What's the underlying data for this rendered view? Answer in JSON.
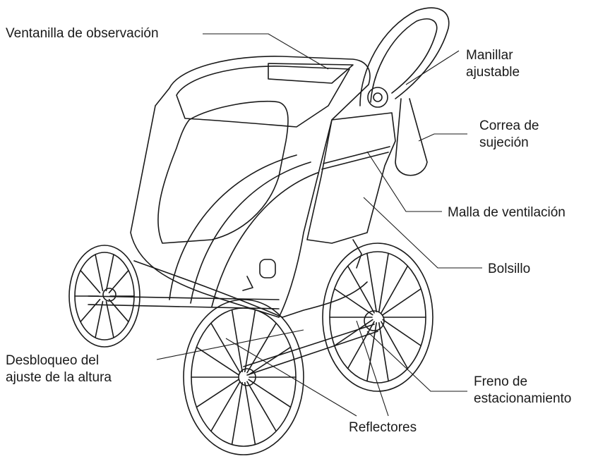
{
  "labels": {
    "viewing_window": "Ventanilla de observación",
    "handlebar_line1": "Manillar",
    "handlebar_line2": "ajustable",
    "strap_line1": "Correa de",
    "strap_line2": "sujeción",
    "mesh": "Malla de ventilación",
    "pocket": "Bolsillo",
    "height_release_line1": "Desbloqueo del",
    "height_release_line2": "ajuste de la altura",
    "brake_line1": "Freno de",
    "brake_line2": "estacionamiento",
    "reflectors": "Reflectores"
  },
  "colors": {
    "line": "#1a1a1a",
    "background": "#ffffff"
  }
}
